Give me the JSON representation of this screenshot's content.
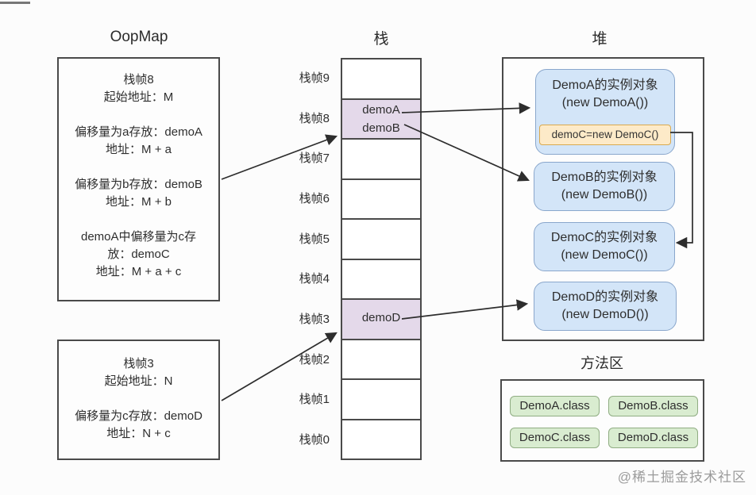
{
  "titles": {
    "oopmap": "OopMap",
    "stack": "栈",
    "heap": "堆",
    "method_area": "方法区"
  },
  "oopmap": {
    "frame8": {
      "lines": [
        "栈帧8",
        "起始地址：M",
        "偏移量为a存放：demoA",
        "地址：M + a",
        "偏移量为b存放：demoB",
        "地址：M + b",
        "demoA中偏移量为c存",
        "放：demoC",
        "地址：M + a + c"
      ]
    },
    "frame3": {
      "lines": [
        "栈帧3",
        "起始地址：N",
        "偏移量为c存放：demoD",
        "地址：N + c"
      ]
    }
  },
  "stack": {
    "frames": [
      {
        "label": "栈帧9",
        "highlight": false
      },
      {
        "label": "栈帧8",
        "highlight": true,
        "vars": [
          "demoA",
          "demoB"
        ]
      },
      {
        "label": "栈帧7",
        "highlight": false
      },
      {
        "label": "栈帧6",
        "highlight": false
      },
      {
        "label": "栈帧5",
        "highlight": false
      },
      {
        "label": "栈帧4",
        "highlight": false
      },
      {
        "label": "栈帧3",
        "highlight": true,
        "vars": [
          "demoD"
        ]
      },
      {
        "label": "栈帧2",
        "highlight": false
      },
      {
        "label": "栈帧1",
        "highlight": false
      },
      {
        "label": "栈帧0",
        "highlight": false
      }
    ]
  },
  "heap": {
    "objects": [
      {
        "name": "DemoA的实例对象",
        "ctor": "(new DemoA())",
        "inner_field": "demoC=new DemoC()"
      },
      {
        "name": "DemoB的实例对象",
        "ctor": "(new DemoB())"
      },
      {
        "name": "DemoC的实例对象",
        "ctor": "(new DemoC())"
      },
      {
        "name": "DemoD的实例对象",
        "ctor": "(new DemoD())"
      }
    ]
  },
  "method_area": {
    "classes": [
      "DemoA.class",
      "DemoB.class",
      "DemoC.class",
      "DemoD.class"
    ]
  },
  "watermark": "@稀土掘金技术社区",
  "colors": {
    "frame_highlight": "#e4d9ea",
    "heap_object_fill": "#d3e5f8",
    "heap_object_border": "#8aa7cc",
    "field_box_fill": "#fdeac8",
    "field_box_border": "#d9a94f",
    "class_chip_fill": "#d9ecd0",
    "class_chip_border": "#90ad83",
    "line_color": "#2d2d2d",
    "border_dark": "#4a4a4a"
  }
}
